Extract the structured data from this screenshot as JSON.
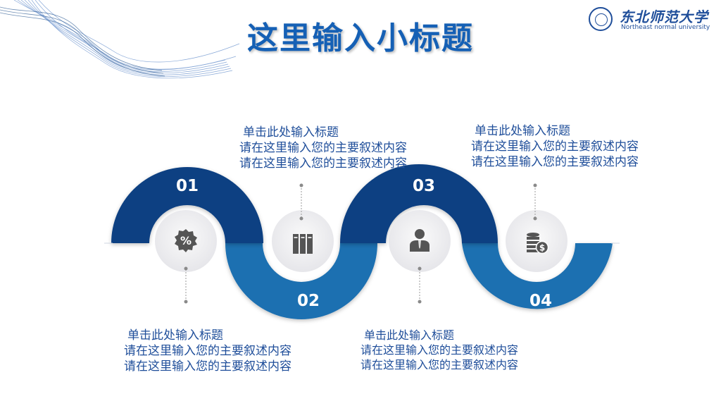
{
  "header": {
    "title": "这里输入小标题",
    "logo_name": "东北师范大学",
    "logo_subtitle": "Northeast normal university"
  },
  "colors": {
    "dark_blue": "#0c4182",
    "mid_blue": "#1d6fb1",
    "title_blue": "#1560b5",
    "text_blue": "#1f4e9a",
    "icon_gray": "#555555"
  },
  "steps": [
    {
      "number": "01",
      "icon": "percent-badge-icon",
      "title": "单击此处输入标题",
      "line1": "请在这里输入您的主要叙述内容",
      "line2": "请在这里输入您的主要叙述内容"
    },
    {
      "number": "02",
      "icon": "binders-icon",
      "title": "单击此处输入标题",
      "line1": "请在这里输入您的主要叙述内容",
      "line2": "请在这里输入您的主要叙述内容"
    },
    {
      "number": "03",
      "icon": "businessman-icon",
      "title": "单击此处输入标题",
      "line1": "请在这里输入您的主要叙述内容",
      "line2": "请在这里输入您的主要叙述内容"
    },
    {
      "number": "04",
      "icon": "coin-stack-icon",
      "title": "单击此处输入标题",
      "line1": "请在这里输入您的主要叙述内容",
      "line2": "请在这里输入您的主要叙述内容"
    }
  ]
}
